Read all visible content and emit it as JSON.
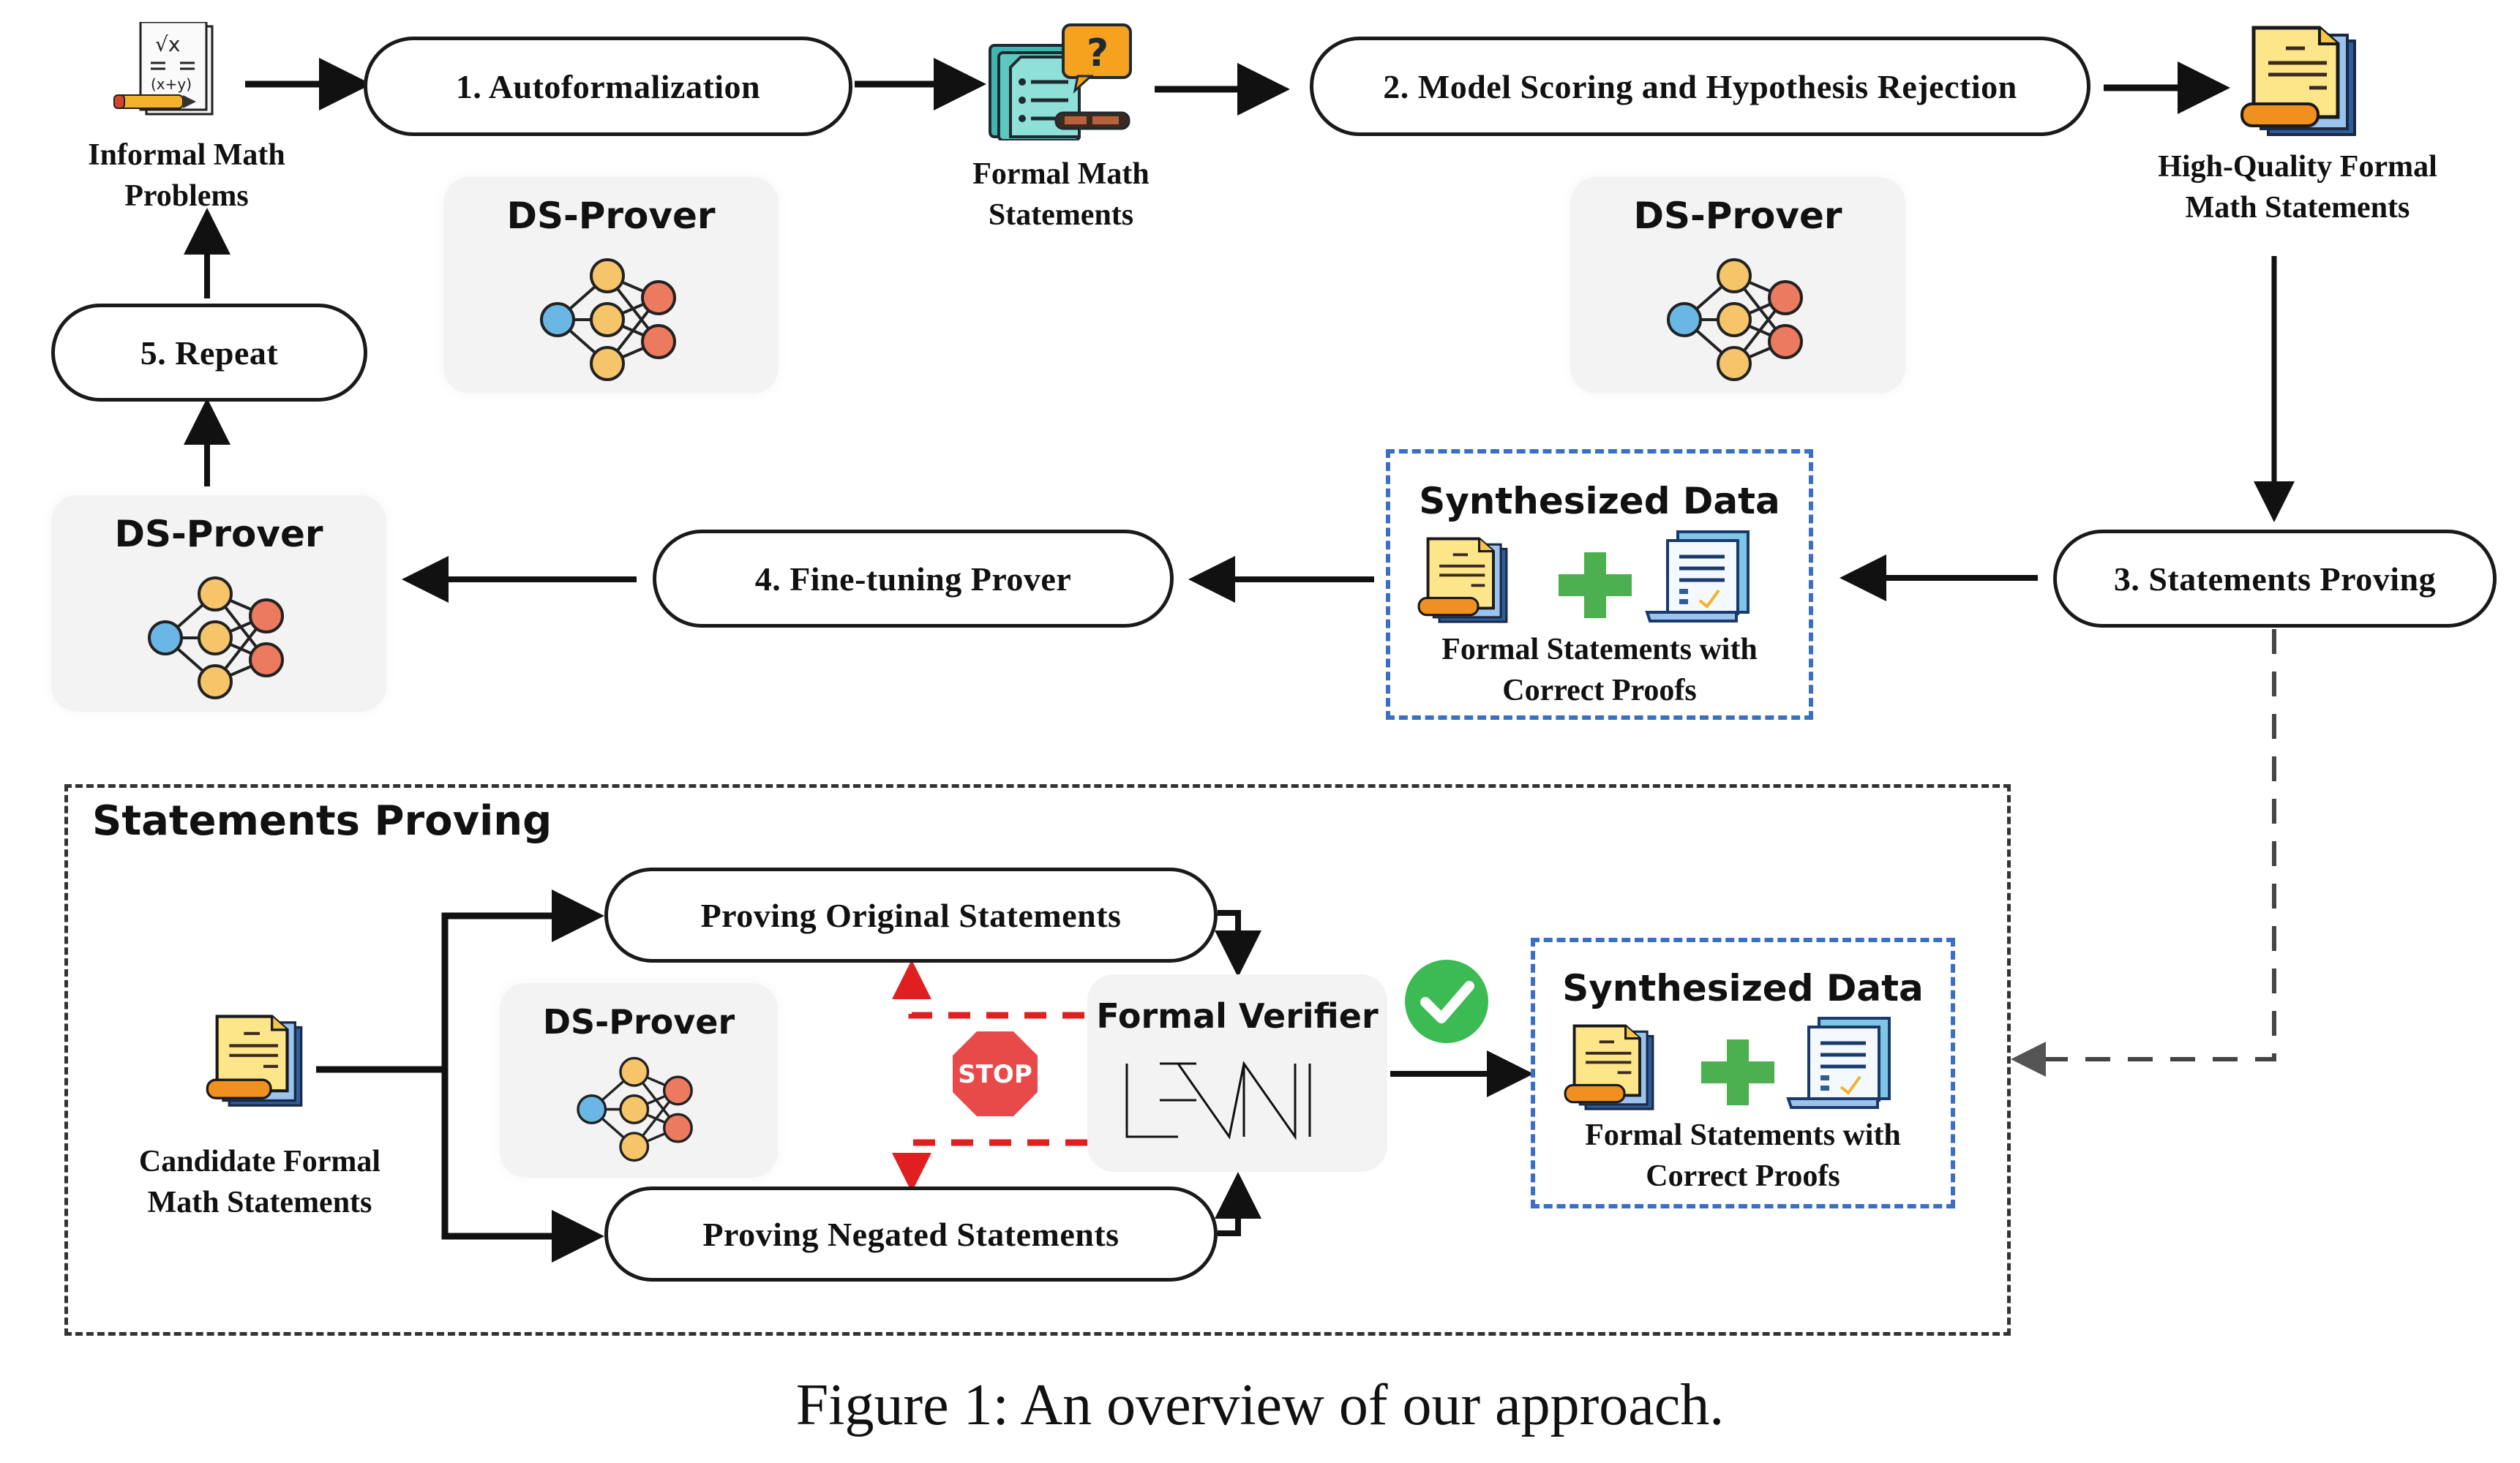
{
  "nodes": {
    "informal_problems": "Informal Math\nProblems",
    "step1": "1. Autoformalization",
    "formal_statements": "Formal Math\nStatements",
    "step2": "2. Model Scoring and Hypothesis Rejection",
    "high_quality": "High-Quality Formal\nMath Statements",
    "step3": "3. Statements Proving",
    "step4": "4. Fine-tuning Prover",
    "step5": "5. Repeat"
  },
  "prover": {
    "name": "DS-Prover"
  },
  "synthesized": {
    "title": "Synthesized Data",
    "caption": "Formal Statements with\nCorrect Proofs"
  },
  "statements_proving": {
    "title": "Statements Proving",
    "candidate": "Candidate Formal\nMath Statements",
    "original": "Proving Original Statements",
    "negated": "Proving Negated Statements",
    "verifier_title": "Formal Verifier",
    "verifier_logo": "LEAN",
    "stop_label": "STOP"
  },
  "caption": "Figure 1: An overview of our approach.",
  "colors": {
    "accent_blue": "#3a6fc4",
    "stop_red": "#e84a4a",
    "check_green": "#3cba54",
    "plus_green": "#4caf50",
    "doc_yellow": "#fde58a",
    "doc_orange": "#f0901e",
    "node_blue": "#6ab7e6",
    "node_yellow": "#f6c56a",
    "node_red": "#ec7a5e"
  }
}
